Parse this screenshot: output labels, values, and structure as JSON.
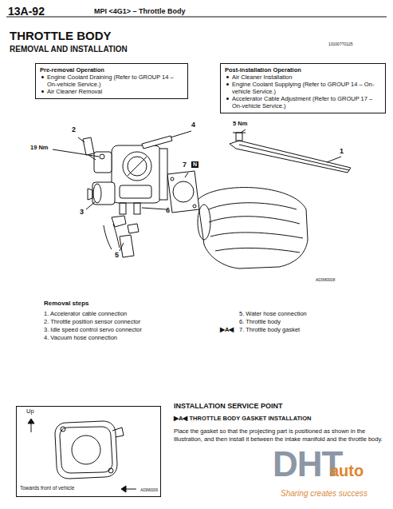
{
  "diagram": {
    "title": "THROTTLE BODY",
    "nodes": [
      {
        "text": [
          "Pre-removal Operation",
          "Engine Coolant Draining (Refer to GROUP 14 – On-vehicle Service.)",
          "Air Cleaner Removal"
        ]
      },
      {
        "text": [
          "Post-installation Operation",
          "Air Cleaner Installation",
          "Engine Coolant Supplying (Refer to GROUP 14 – On-vehicle Service.)",
          "Accelerator Cable Adjustment (Refer to GROUP 17 – On-vehicle Service.)"
        ]
      },
      {
        "text": [
          "Up",
          "Towards front of vehicle",
          "A03M0009"
        ]
      }
    ],
    "labels": [
      "13A-92",
      "MPI <4G1> – Throttle Body",
      "REMOVAL AND INSTALLATION",
      "13100770125",
      "2",
      "19 Nm",
      "4",
      "5 Nm",
      "1",
      "7",
      "N",
      "3",
      "6",
      "5",
      "A03M0008",
      "Removal steps",
      "1. Accelerator cable connection",
      "2. Throttle position sensor connector",
      "3. Idle speed control servo connector",
      "4. Vacuum hose connection",
      "5. Water hose connection",
      "6. Throttle body",
      "▶A◀",
      "7. Throttle body gasket",
      "INSTALLATION SERVICE POINT",
      "▶A◀ THROTTLE BODY GASKET INSTALLATION",
      "Place the gasket so that the projecting part is positioned as shown in the illustration, and then install it between the intake manifold and the throttle body.",
      "DHT",
      "auto",
      "Sharing creates success"
    ]
  }
}
